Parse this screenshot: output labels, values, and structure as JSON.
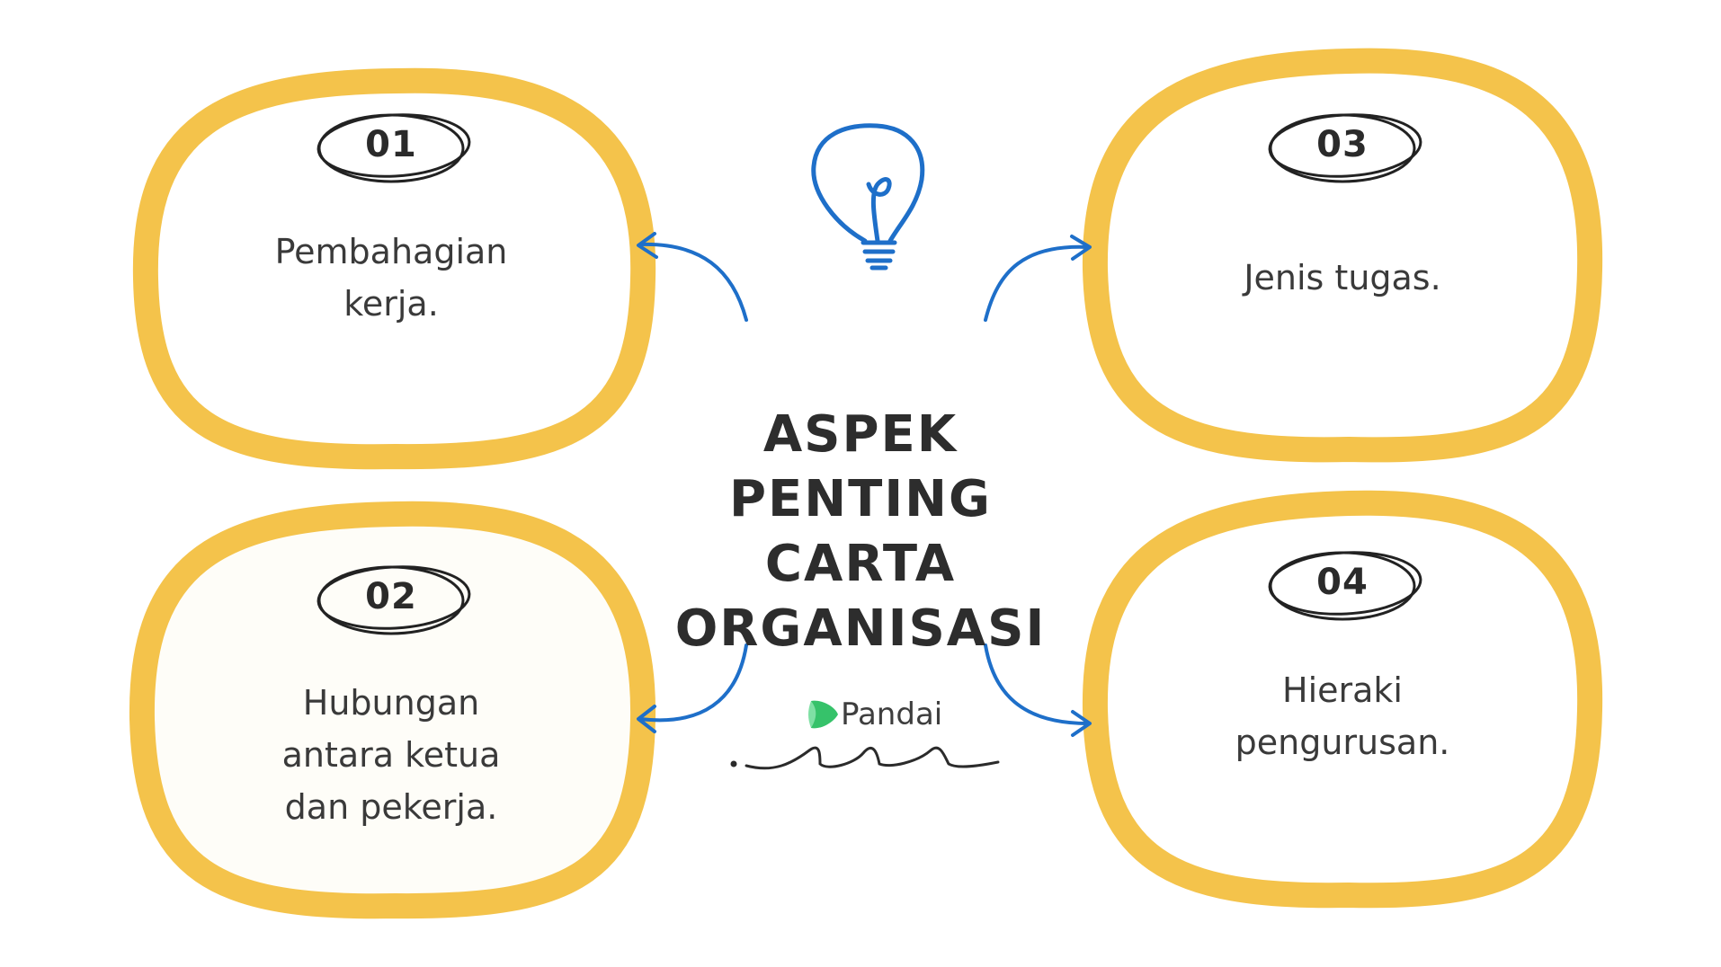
{
  "title_lines": [
    "ASPEK PENTING",
    "CARTA",
    "ORGANISASI"
  ],
  "items": [
    {
      "number": "01",
      "lines": [
        "Pembahagian",
        "kerja."
      ]
    },
    {
      "number": "02",
      "lines": [
        "Hubungan",
        "antara ketua",
        "dan pekerja."
      ]
    },
    {
      "number": "03",
      "lines": [
        "Jenis tugas."
      ]
    },
    {
      "number": "04",
      "lines": [
        "Hieraki",
        "pengurusan."
      ]
    }
  ],
  "brand": {
    "name": "Pandai",
    "logo_icon": "pandai-leaf-icon"
  },
  "icons": [
    "lightbulb-icon",
    "arrow-icon",
    "wave-squiggle-icon"
  ],
  "colors": {
    "blob_border": "#F4C34B",
    "arrow": "#1E6FC9",
    "text": "#3a3a3a",
    "title": "#2d2d2d",
    "logo_green": "#36C26A"
  }
}
